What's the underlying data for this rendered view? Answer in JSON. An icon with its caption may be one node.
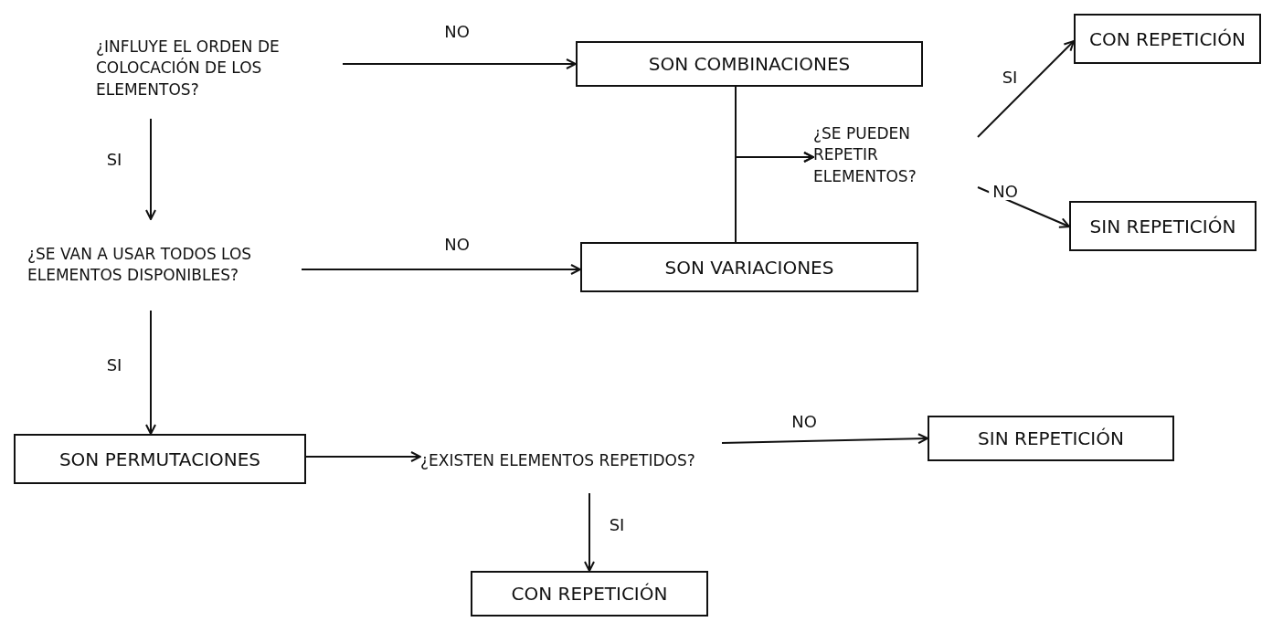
{
  "diagram": {
    "nodes": [
      {
        "text": [
          "¿INFLUYE EL ORDEN DE COLOCACIÓN DE LOS ELEMENTOS?"
        ]
      },
      {
        "text": [
          "SON COMBINACIONES"
        ]
      },
      {
        "text": [
          "CON REPETICIÓN"
        ]
      },
      {
        "text": [
          "¿SE PUEDEN REPETIR ELEMENTOS?"
        ]
      },
      {
        "text": [
          "SIN REPETICIÓN"
        ]
      },
      {
        "text": [
          "¿SE VAN A USAR TODOS LOS ELEMENTOS DISPONIBLES?"
        ]
      },
      {
        "text": [
          "SON VARIACIONES"
        ]
      },
      {
        "text": [
          "SON PERMUTACIONES"
        ]
      },
      {
        "text": [
          "¿EXISTEN ELEMENTOS REPETIDOS?"
        ]
      },
      {
        "text": [
          "SIN REPETICIÓN"
        ]
      },
      {
        "text": [
          "CON REPETICIÓN"
        ]
      }
    ],
    "edges": [
      {
        "from": 0,
        "to": 1,
        "arrow": "to",
        "label": "NO"
      },
      {
        "from": 0,
        "to": 5,
        "arrow": "to",
        "label": "SI"
      },
      {
        "from": 5,
        "to": 6,
        "arrow": "to",
        "label": "NO"
      },
      {
        "from": 5,
        "to": 7,
        "arrow": "to",
        "label": "SI"
      },
      {
        "from": 1,
        "to": 3,
        "arrow": "to"
      },
      {
        "from": 6,
        "to": 3,
        "arrow": "to"
      },
      {
        "from": 3,
        "to": 2,
        "arrow": "to",
        "label": "SI"
      },
      {
        "from": 3,
        "to": 4,
        "arrow": "to",
        "label": "NO"
      },
      {
        "from": 7,
        "to": 8,
        "arrow": "to"
      },
      {
        "from": 8,
        "to": 9,
        "arrow": "to",
        "label": "NO"
      },
      {
        "from": 8,
        "to": 10,
        "arrow": "to",
        "label": "SI"
      }
    ]
  }
}
